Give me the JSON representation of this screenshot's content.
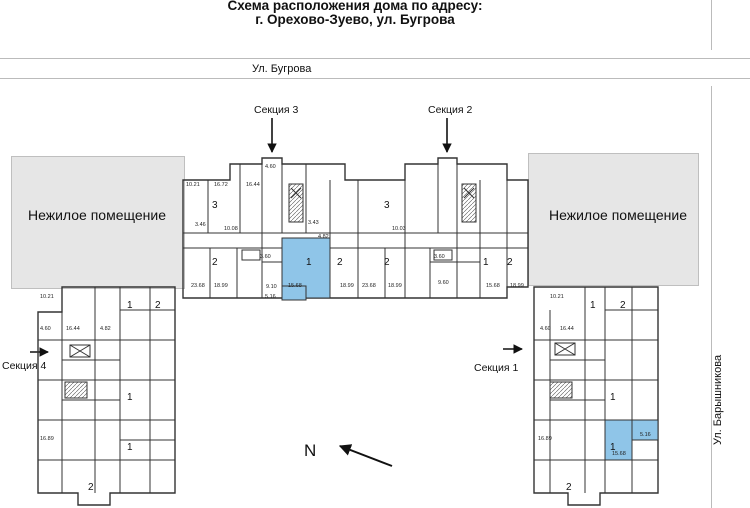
{
  "header": {
    "title_line1": "Схема расположения дома по адресу:",
    "title_line2": "г. Орехово-Зуево, ул. Бугрова"
  },
  "streets": {
    "top": "Ул. Бугрова",
    "right": "Ул. Барышникова"
  },
  "non_residential": {
    "left": "Нежилое помещение",
    "right": "Нежилое помещение"
  },
  "sections": {
    "s1": "Секция 1",
    "s2": "Секция 2",
    "s3": "Секция 3",
    "s4": "Секция 4"
  },
  "compass": {
    "label": "N"
  },
  "rooms": {
    "r1": "10.21",
    "r2": "16.72",
    "r3": "16.44",
    "r4": "4.60",
    "r5": "10.08",
    "r6": "3",
    "r7": "2",
    "r8": "1",
    "r9": "15.68",
    "r10": "18.99",
    "r11": "9.10",
    "r12": "5.16",
    "r13": "3.43",
    "r14": "4.82",
    "r15": "3.46",
    "r16": "10.03",
    "r17": "16.89",
    "r18": "23.68",
    "r19": "9.60",
    "r20": "3.60"
  },
  "colors": {
    "highlight": "#8fc5e8",
    "gray_block": "#e6e6e6",
    "wall": "#333333"
  }
}
